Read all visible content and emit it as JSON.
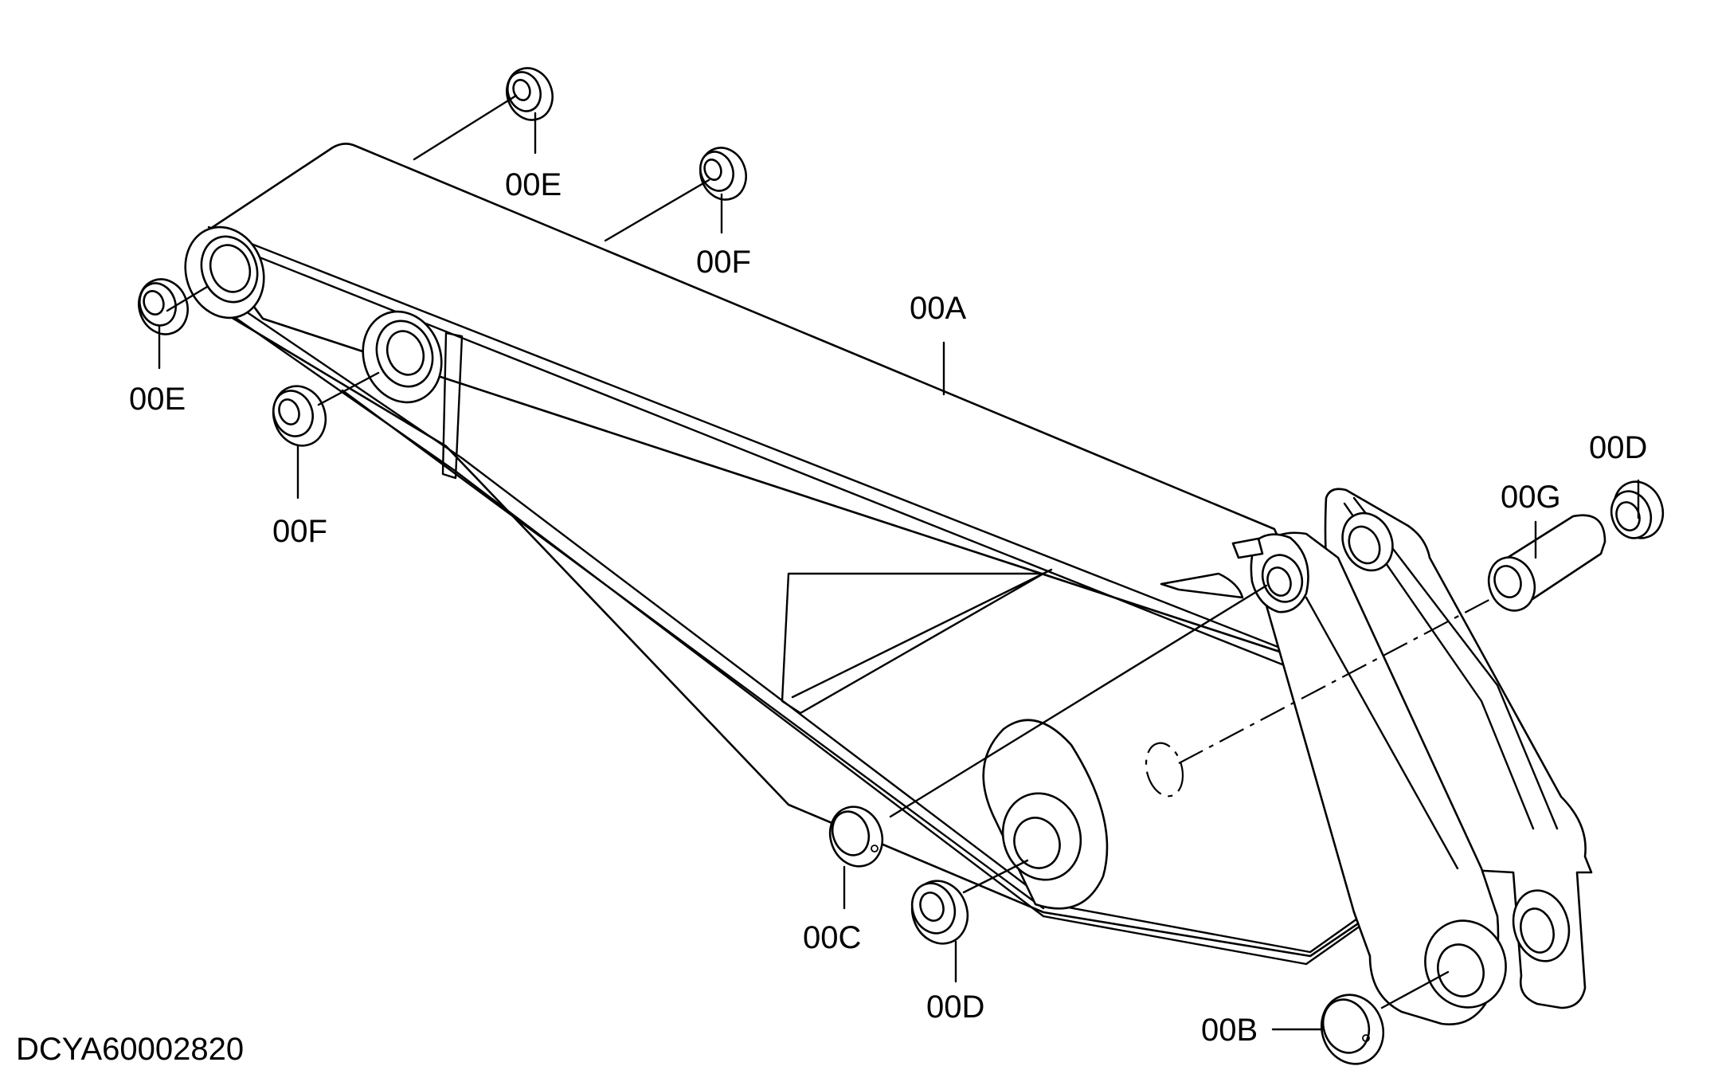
{
  "labels": {
    "a": "00A",
    "b": "00B",
    "c": "00C",
    "d_top": "00D",
    "d_bottom": "00D",
    "e_top": "00E",
    "e_left": "00E",
    "f_top": "00F",
    "f_left": "00F",
    "g": "00G"
  },
  "document_id": "DCYA60002820",
  "colors": {
    "line": "#000000",
    "background": "#ffffff"
  }
}
